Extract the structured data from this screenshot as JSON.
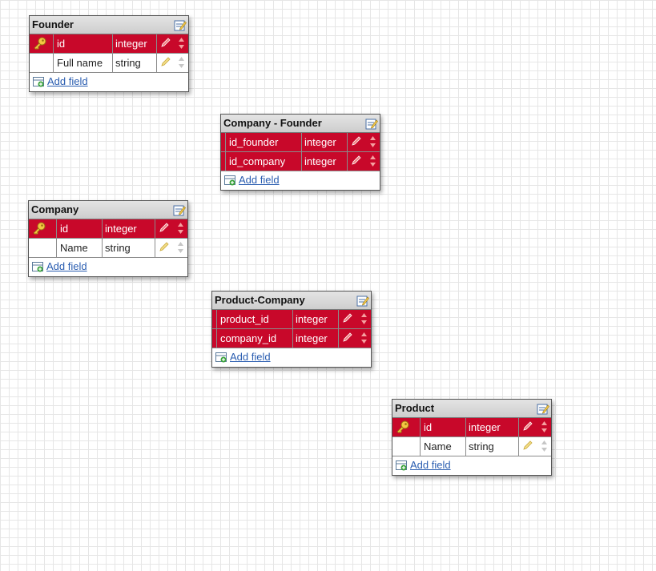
{
  "tables": [
    {
      "title": "Founder",
      "add_label": "Add field",
      "fields": [
        {
          "name": "id",
          "type": "integer",
          "primary": true,
          "key": true
        },
        {
          "name": "Full name",
          "type": "string",
          "primary": false,
          "key": false
        }
      ]
    },
    {
      "title": "Company - Founder",
      "add_label": "Add field",
      "fields": [
        {
          "name": "id_founder",
          "type": "integer",
          "primary": true,
          "key": false
        },
        {
          "name": "id_company",
          "type": "integer",
          "primary": true,
          "key": false
        }
      ]
    },
    {
      "title": "Company",
      "add_label": "Add field",
      "fields": [
        {
          "name": "id",
          "type": "integer",
          "primary": true,
          "key": true
        },
        {
          "name": "Name",
          "type": "string",
          "primary": false,
          "key": false
        }
      ]
    },
    {
      "title": "Product-Company",
      "add_label": "Add field",
      "fields": [
        {
          "name": "product_id",
          "type": "integer",
          "primary": true,
          "key": false
        },
        {
          "name": "company_id",
          "type": "integer",
          "primary": true,
          "key": false
        }
      ]
    },
    {
      "title": "Product",
      "add_label": "Add field",
      "fields": [
        {
          "name": "id",
          "type": "integer",
          "primary": true,
          "key": true
        },
        {
          "name": "Name",
          "type": "string",
          "primary": false,
          "key": false
        }
      ]
    }
  ],
  "colors": {
    "primary_row": "#c8082a",
    "link": "#2a5db0",
    "header": "#d6d6d6"
  },
  "icons": [
    "edit-table-icon",
    "key-icon",
    "pencil-icon",
    "sort-arrows-icon",
    "add-field-icon"
  ]
}
